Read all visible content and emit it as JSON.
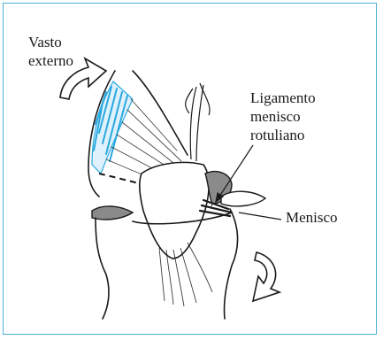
{
  "labels": {
    "vasto_externo": "Vasto\nexterno",
    "ligamento": "Ligamento\nmenisco\nrotuliano",
    "menisco": "Menisco"
  },
  "colors": {
    "frame_border": "#4aaed6",
    "muscle_blue": "#2aa8e0",
    "meniscus_gray": "#8a8a8a",
    "ink": "#1a1a1a"
  }
}
